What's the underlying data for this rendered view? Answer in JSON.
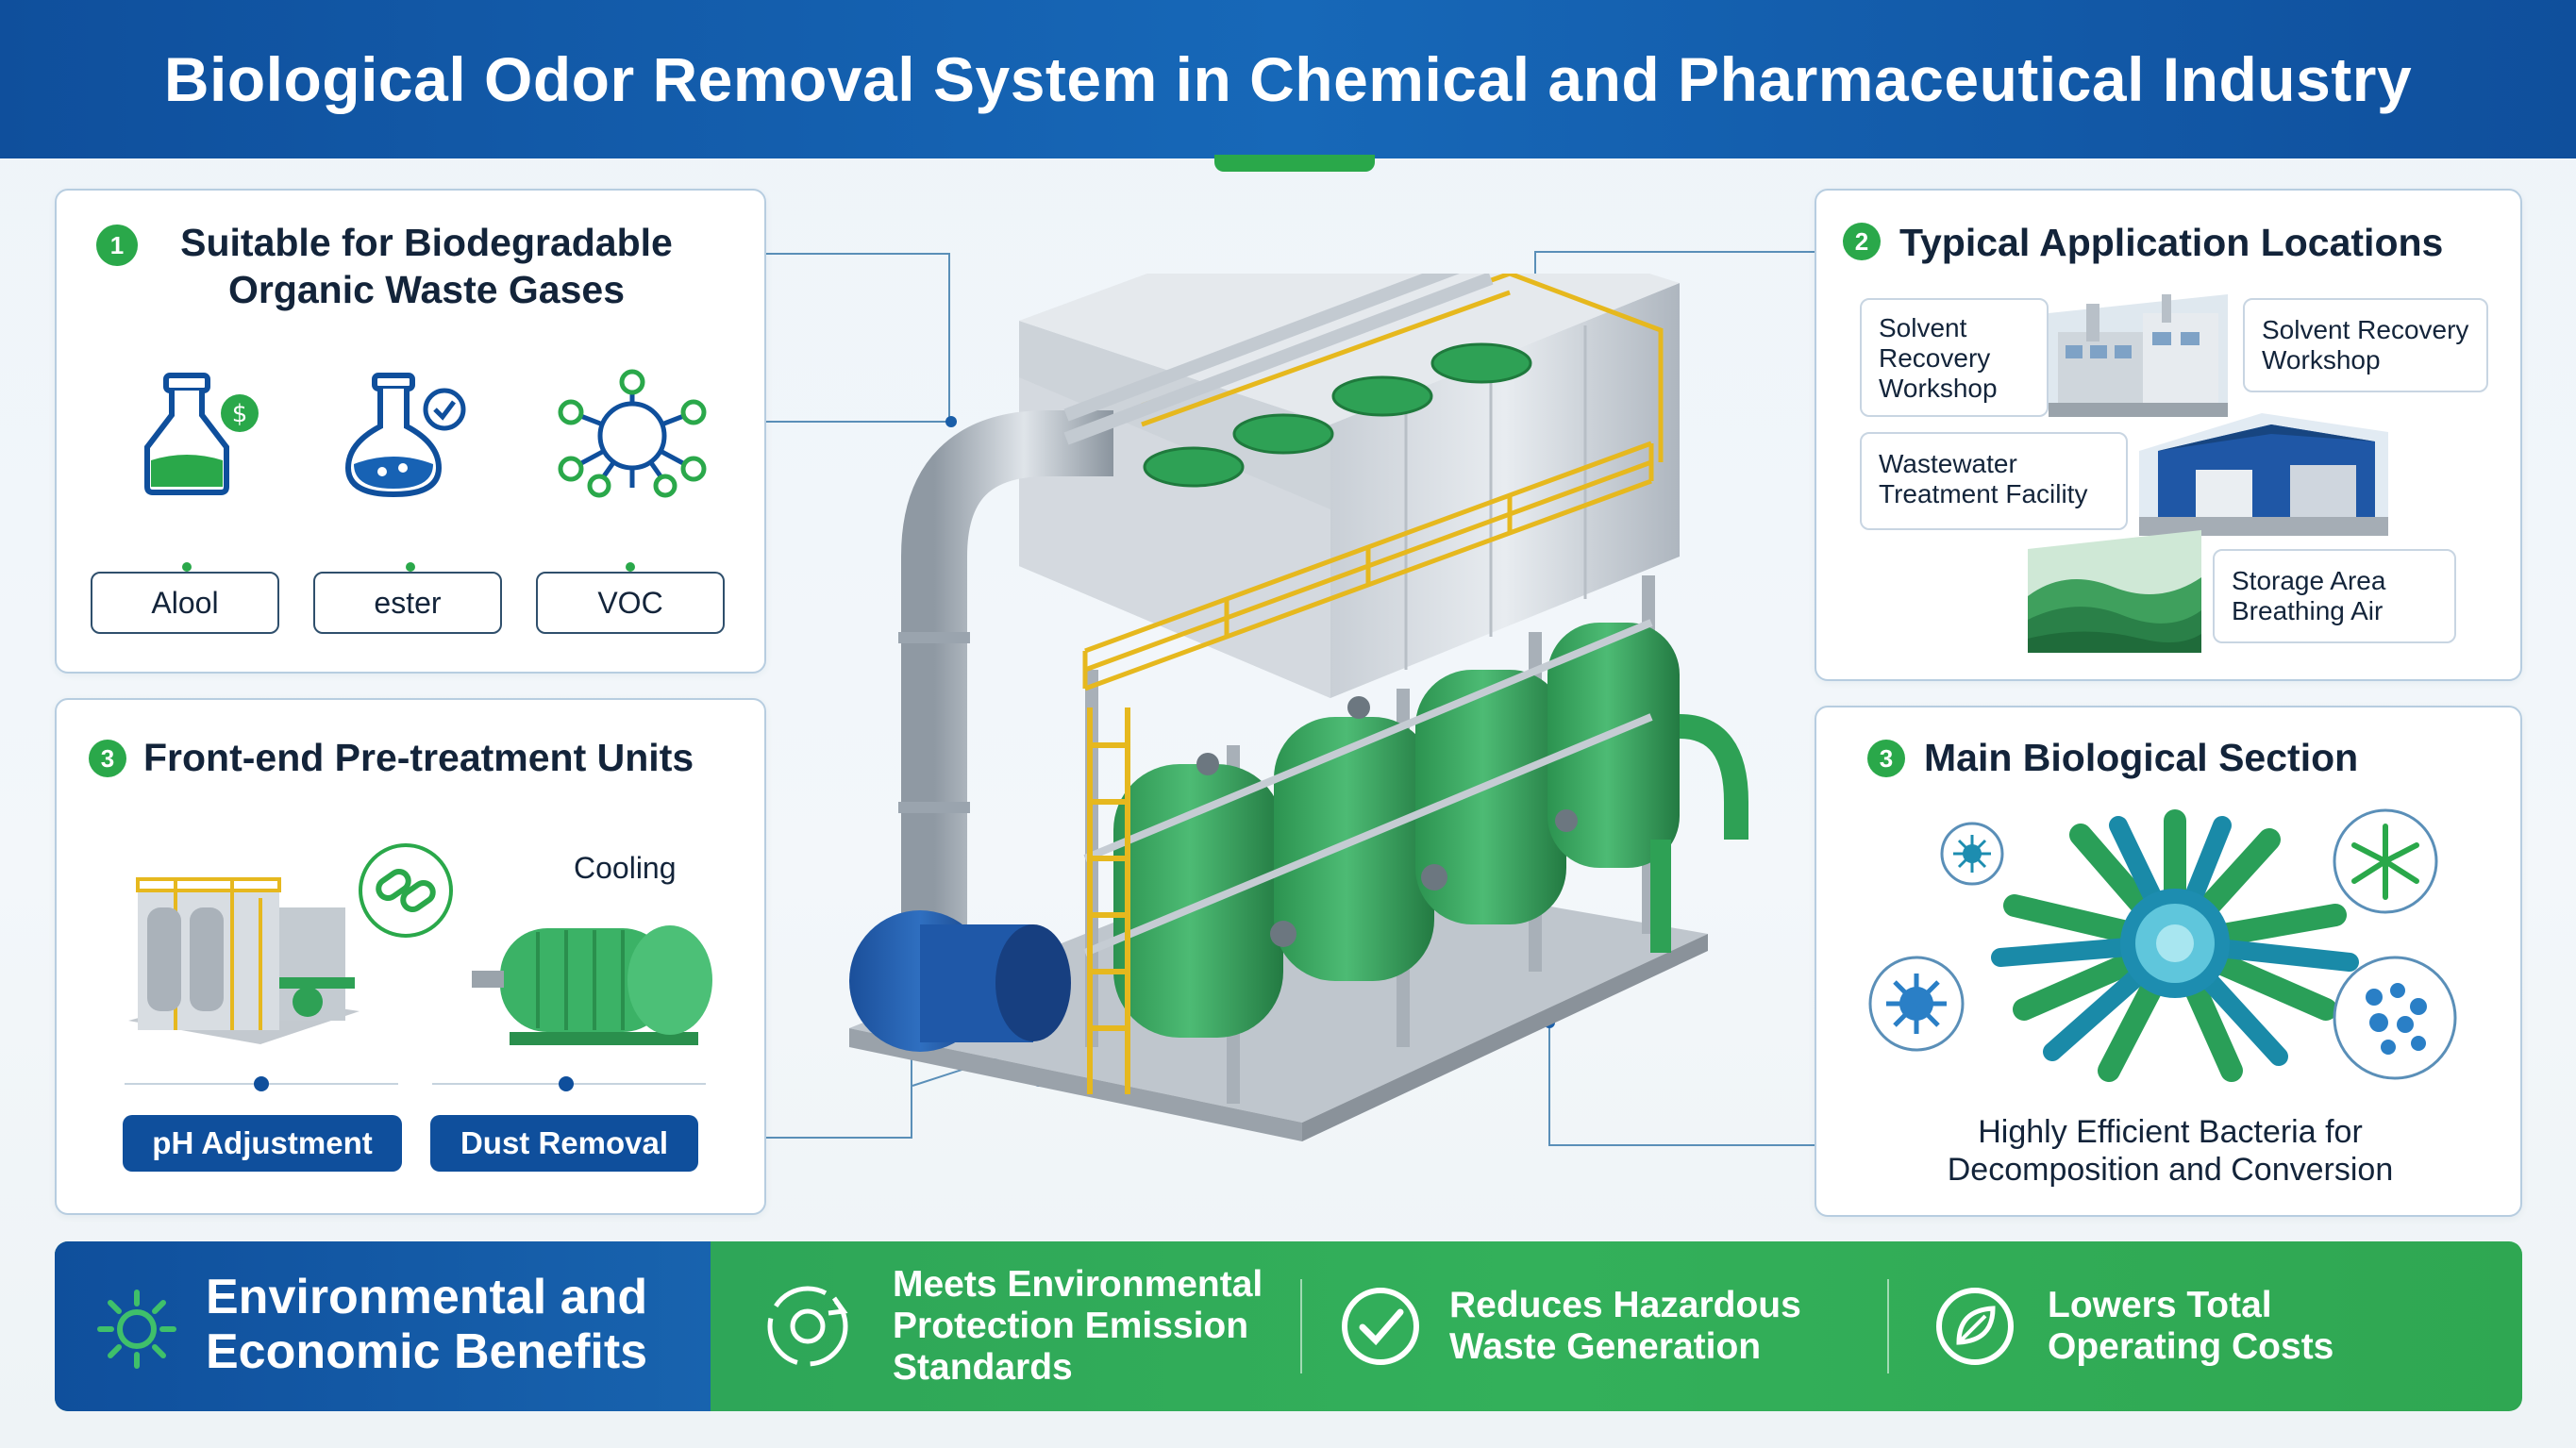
{
  "header": {
    "title": "Biological Odor Removal System in Chemical and Pharmaceutical Industry"
  },
  "panel1": {
    "number": "1",
    "title_line1": "Suitable for Biodegradable",
    "title_line2": "Organic Waste Gases",
    "gases": [
      "Alool",
      "ester",
      "VOC"
    ]
  },
  "panel2": {
    "number": "2",
    "title": "Typical Application Locations",
    "locations": {
      "a_line1": "Solvent",
      "a_line2": "Recovery",
      "a_line3": "Workshop",
      "b_line1": "Solvent Recovery",
      "b_line2": "Workshop",
      "c_line1": "Wastewater",
      "c_line2": "Treatment Facility",
      "d_line1": "Storage Area",
      "d_line2": "Breathing Air"
    }
  },
  "panel3": {
    "number": "3",
    "title": "Front-end Pre-treatment Units",
    "cooling_label": "Cooling",
    "units": [
      "pH Adjustment",
      "Dust Removal"
    ]
  },
  "panel4": {
    "number": "3",
    "title": "Main Biological Section",
    "caption_line1": "Highly Efficient Bacteria for",
    "caption_line2": "Decomposition and Conversion"
  },
  "banner": {
    "title_line1": "Environmental and",
    "title_line2": "Economic Benefits",
    "benefits": [
      {
        "line1": "Meets Environmental",
        "line2": "Protection Emission",
        "line3": "Standards"
      },
      {
        "line1": "Reduces Hazardous",
        "line2": "Waste Generation"
      },
      {
        "line1": "Lowers Total",
        "line2": "Operating Costs"
      }
    ]
  },
  "colors": {
    "primary_blue": "#0f4f9c",
    "accent_green": "#2aa84a",
    "panel_border": "#b7cde0"
  }
}
